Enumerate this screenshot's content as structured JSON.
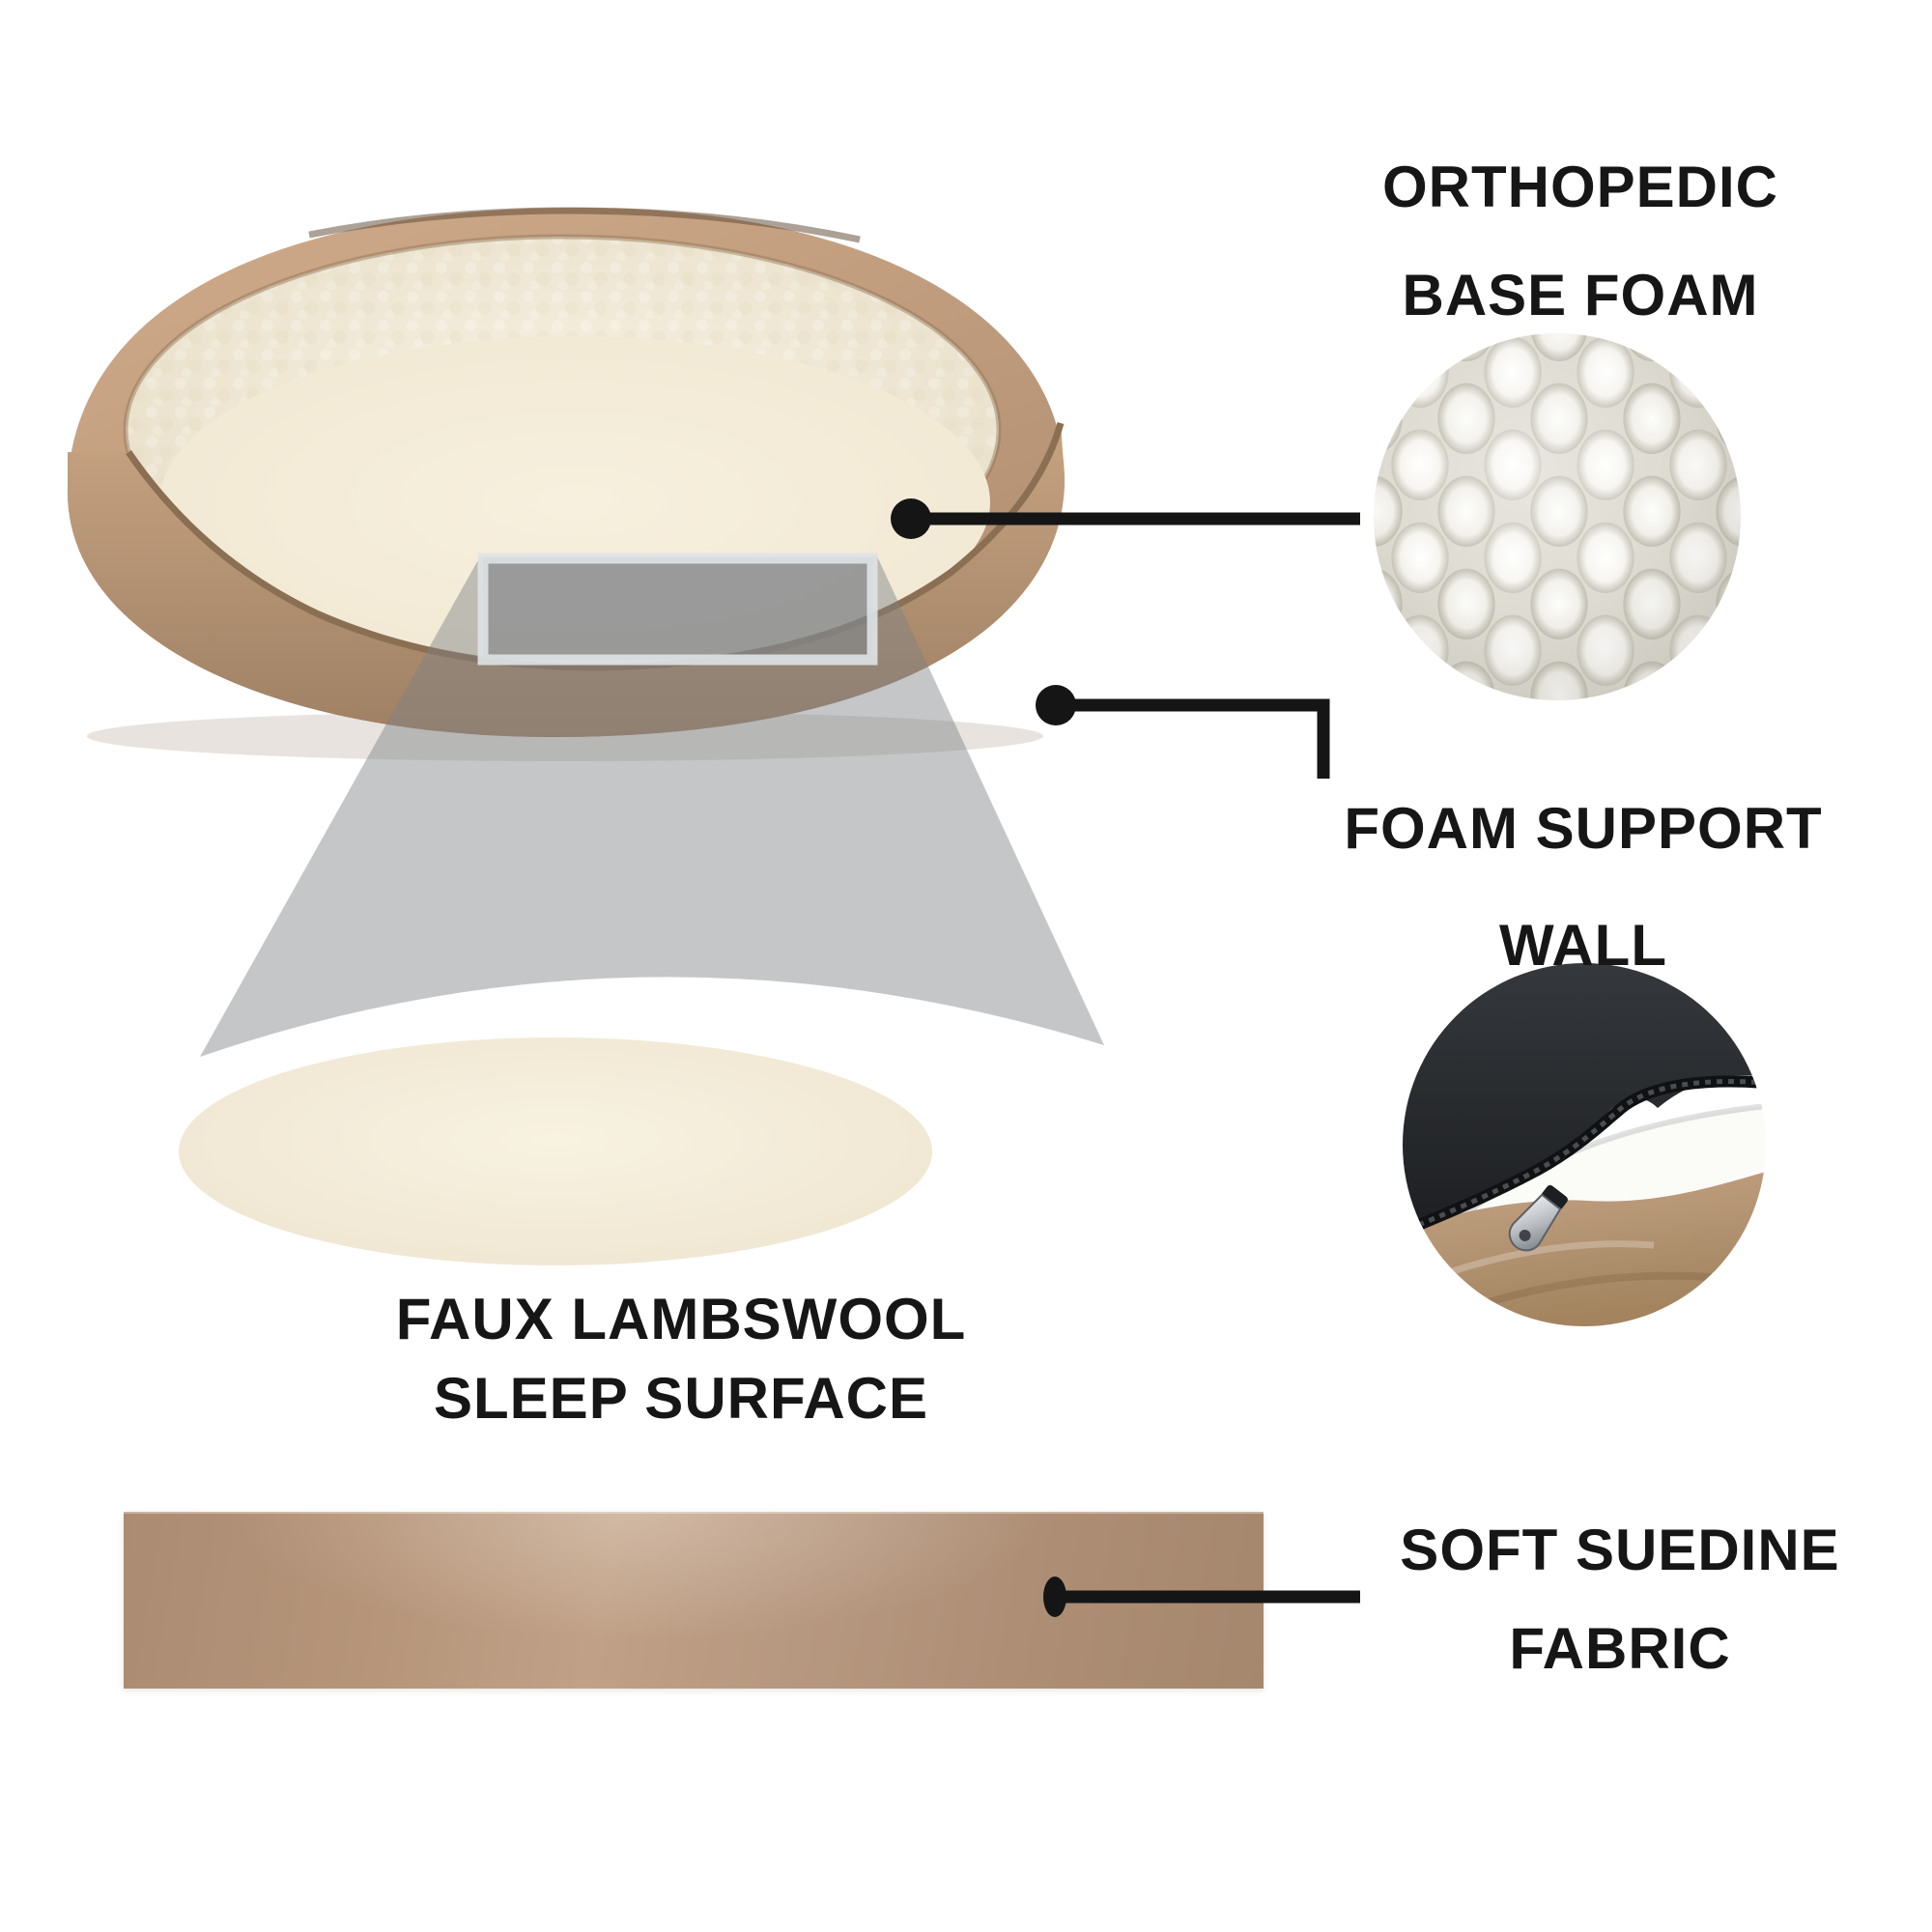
{
  "diagram": {
    "subject": "orthopedic oval pet bed cutaway infographic",
    "labels": {
      "base_foam": {
        "line1": "ORTHOPEDIC",
        "line2": "BASE FOAM"
      },
      "support_wall": {
        "line1": "FOAM SUPPORT",
        "line2": "WALL"
      },
      "sleep_surface": {
        "line1": "FAUX LAMBSWOOL",
        "line2": "SLEEP SURFACE"
      },
      "fabric": {
        "line1": "SOFT SUEDINE",
        "line2": "FABRIC"
      }
    },
    "colors": {
      "background": "#ffffff",
      "label_text": "#161616",
      "callout_black": "#151515",
      "suede_tan": "#b5947a",
      "sherpa_cream": "#f3ecda",
      "foam_white": "#f5f4ef",
      "cover_black": "#2a2c2f",
      "beam_gray": "#c7cacc"
    }
  }
}
